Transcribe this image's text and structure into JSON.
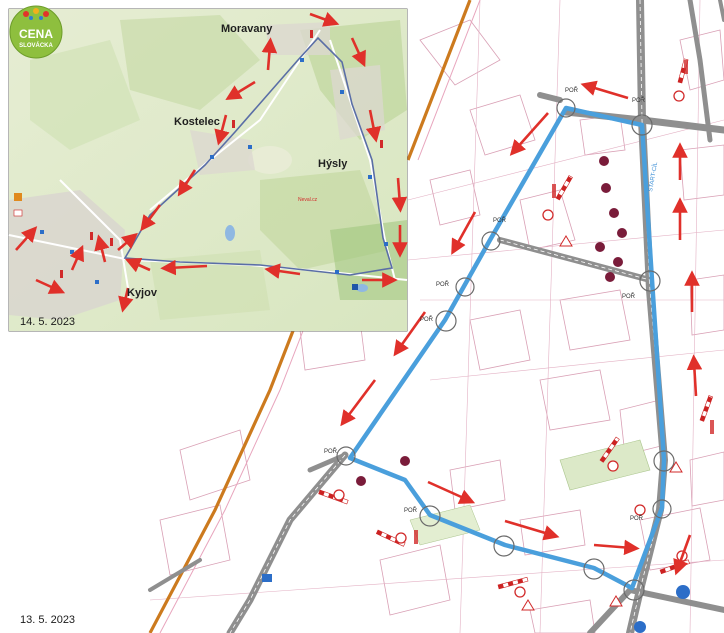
{
  "captions": {
    "top": "14. 5. 2023",
    "bottom": "13. 5. 2023"
  },
  "logo": {
    "line1": "CENA",
    "line2": "SLOVÁCKA"
  },
  "towns": {
    "moravany": "Moravany",
    "kostelec": "Kostelec",
    "hysly": "Hýsly",
    "kyjov": "Kyjov"
  },
  "inset_mark": "Neval.cz",
  "detail": {
    "por_label": "POŘ",
    "start_label": "START-CÍL"
  },
  "colors": {
    "route_blue": "#4a9fdc",
    "arrow_red": "#e0302a",
    "rail_orange": "#cc7a1e",
    "road_grey": "#8f8f8f",
    "parcel_pink": "#d9a0b5",
    "stop_maroon": "#7a1c3a"
  }
}
